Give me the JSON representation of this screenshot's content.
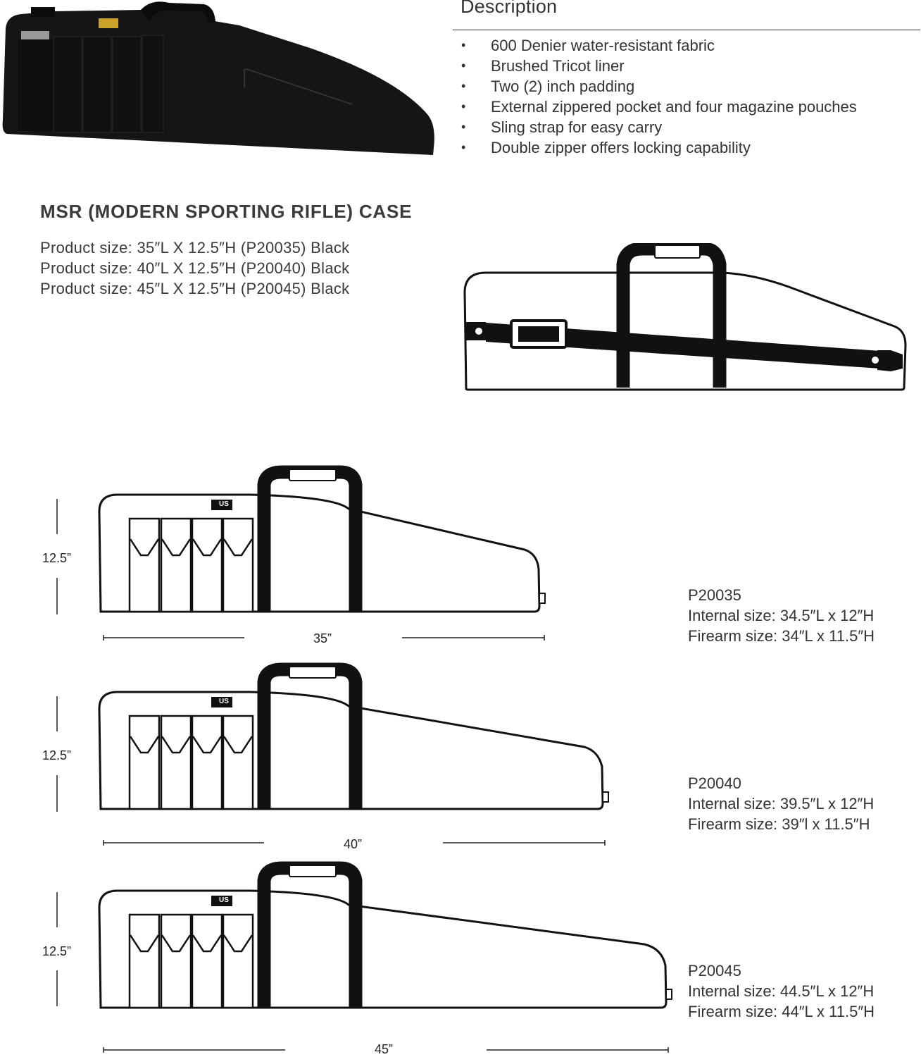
{
  "description": {
    "title": "Description",
    "bullets": [
      "600 Denier water-resistant fabric",
      "Brushed Tricot liner",
      "Two (2) inch padding",
      "External zippered pocket and four magazine pouches",
      "Sling strap for easy carry",
      "Double zipper offers locking capability"
    ],
    "bullet_glyph": "•"
  },
  "product": {
    "title": "MSR (MODERN SPORTING RIFLE) CASE",
    "sizes": [
      "Product size: 35″L X 12.5″H (P20035) Black",
      "Product size: 40″L X 12.5″H (P20040) Black",
      "Product size: 45″L X 12.5″H (P20045) Black"
    ]
  },
  "diagrams": [
    {
      "height_label": "12.5”",
      "length_label": "35”",
      "model": "P20035",
      "internal": "Internal size: 34.5″L x 12″H",
      "firearm": "Firearm size: 34″L x 11.5″H"
    },
    {
      "height_label": "12.5”",
      "length_label": "40”",
      "model": "P20040",
      "internal": "Internal size: 39.5″L x 12″H",
      "firearm": "Firearm size: 39″l x 11.5″H"
    },
    {
      "height_label": "12.5”",
      "length_label": "45”",
      "model": "P20045",
      "internal": "Internal size: 44.5″L x 12″H",
      "firearm": "Firearm size: 44″L x 11.5″H"
    }
  ],
  "logo_text": "US",
  "colors": {
    "case_black": "#111111",
    "text": "#333333"
  }
}
